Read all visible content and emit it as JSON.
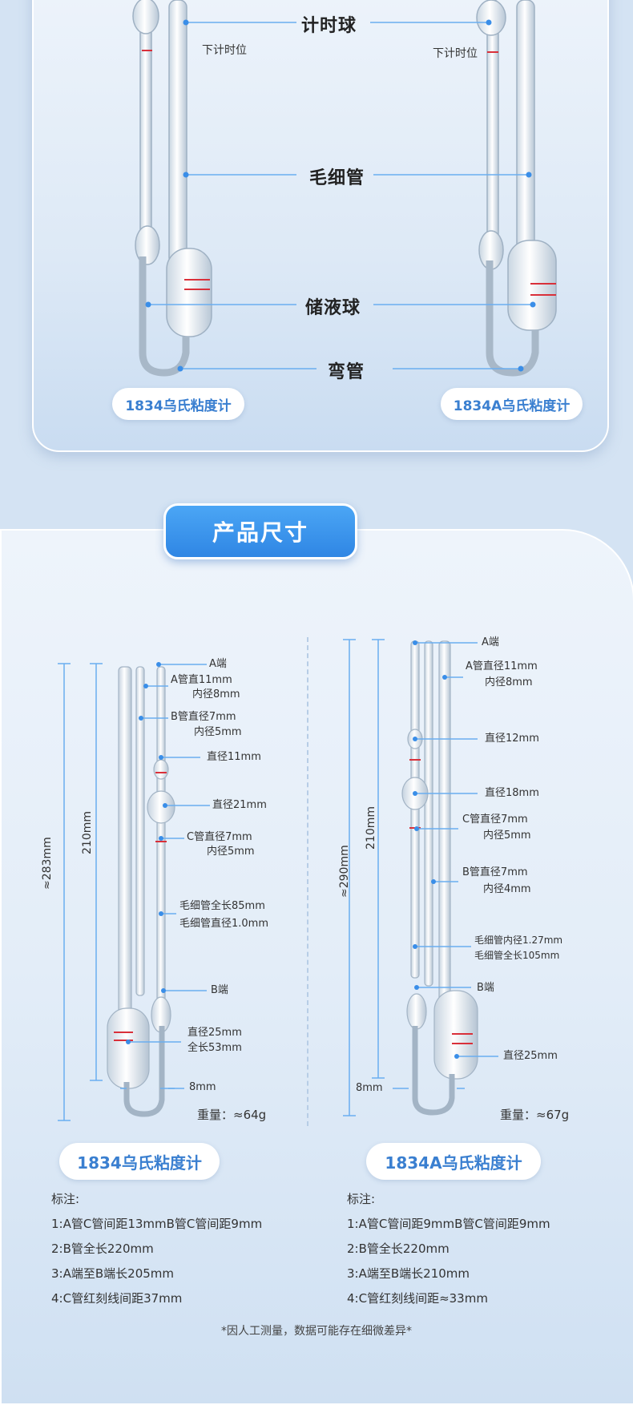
{
  "top": {
    "parts": {
      "timing_bulb": "计时球",
      "lower_mark": "下计时位",
      "capillary": "毛细管",
      "reservoir": "储液球",
      "bend": "弯管"
    },
    "model_left": "1834乌氏粘度计",
    "model_right": "1834A乌氏粘度计"
  },
  "section_title": "产品尺寸",
  "left": {
    "model": "1834乌氏粘度计",
    "total_height": "≈283mm",
    "inner_height": "210mm",
    "labels": {
      "a_end": "A端",
      "a_tube_1": "A管直11mm",
      "a_tube_2": "内径8mm",
      "b_tube_1": "B管直径7mm",
      "b_tube_2": "内径5mm",
      "d11": "直径11mm",
      "d21": "直径21mm",
      "c_tube_1": "C管直径7mm",
      "c_tube_2": "内径5mm",
      "cap_1": "毛细管全长85mm",
      "cap_2": "毛细管直径1.0mm",
      "b_end": "B端",
      "d25_1": "直径25mm",
      "d25_2": "全长53mm",
      "gap": "8mm"
    },
    "weight": "重量：≈64g",
    "notes_title": "标注:",
    "notes": [
      "1:A管C管间距13mmB管C管间距9mm",
      "2:B管全长220mm",
      "3:A端至B端长205mm",
      "4:C管红刻线间距37mm"
    ]
  },
  "right": {
    "model": "1834A乌氏粘度计",
    "total_height": "≈290mm",
    "inner_height": "210mm",
    "labels": {
      "a_end": "A端",
      "a_tube_1": "A管直径11mm",
      "a_tube_2": "内径8mm",
      "d12": "直径12mm",
      "d18": "直径18mm",
      "c_tube_1": "C管直径7mm",
      "c_tube_2": "内径5mm",
      "b_tube_1": "B管直径7mm",
      "b_tube_2": "内径4mm",
      "cap_1": "毛细管内径1.27mm",
      "cap_2": "毛细管全长105mm",
      "b_end": "B端",
      "d25": "直径25mm",
      "gap": "8mm"
    },
    "weight": "重量：≈67g",
    "notes_title": "标注:",
    "notes": [
      "1:A管C管间距9mmB管C管间距9mm",
      "2:B管全长220mm",
      "3:A端至B端长210mm",
      "4:C管红刻线间距≈33mm"
    ]
  },
  "footer": "*因人工测量，数据可能存在细微差异*",
  "colors": {
    "accent": "#2f86e4",
    "line": "#6aaef0",
    "mark": "#d9303a"
  }
}
